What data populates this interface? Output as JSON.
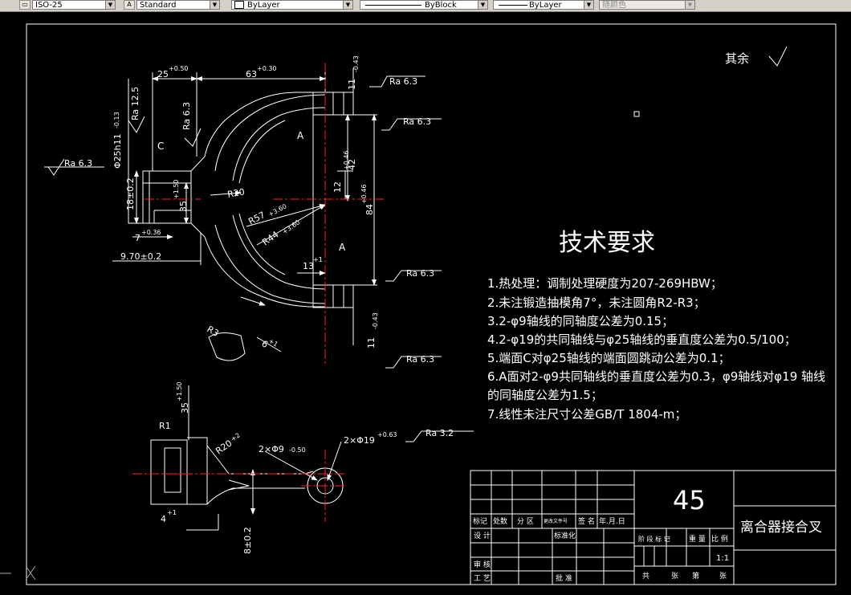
{
  "toolbar": {
    "dimstyle": "ISO-25",
    "textstyle": "Standard",
    "layer": "ByLayer",
    "linetype": "ByBlock",
    "lineweight": "ByLayer",
    "color": "随颜色"
  },
  "drawing": {
    "roughness_rest": "其余",
    "tech_title": "技术要求",
    "tech_items": [
      "1.热处理：调制处理硬度为207-269HBW；",
      "2.未注锻造抽模角7°，未注圆角R2-R3；",
      "3.2-φ9轴线的同轴度公差为0.15；",
      "4.2-φ19的共同轴线与φ25轴线的垂直度公差为0.5/100；",
      "5.端面C对φ25轴线的端面圆跳动公差为0.1；",
      "6.A面对2-φ9共同轴线的垂直度公差为0.3，φ9轴线对φ19 轴线",
      "的同轴度公差为1.5；",
      "7.线性未注尺寸公差GB/T 1804-m；"
    ],
    "ra": {
      "r63": "Ra 6.3",
      "r125": "Ra 12.5",
      "r32": "Ra 3.2"
    },
    "dims": {
      "d25": "25",
      "d25tol": "+0.50",
      "d63": "63",
      "d63tol": "+0.30",
      "d11": "11",
      "d11tol": "-0.43",
      "d42": "42",
      "d42tol": "+0.46",
      "d84": "84",
      "d84tol": "+0.46",
      "d12": "12",
      "d25h": "Φ25h11",
      "d25htol": "-0.13",
      "d18": "18±0.2",
      "d35": "35",
      "d35tol": "+1.50",
      "d7": "7",
      "d7tol": "+0.36",
      "d970": "9.70±0.2",
      "r20": "R20",
      "r57": "R57",
      "r57tol": "+3.60",
      "r44": "R44",
      "r44tol": "+3.60",
      "d13": "13",
      "d13tol": "+1",
      "r3": "R3",
      "d6": "6",
      "d6tol": "+1",
      "r1": "R1",
      "r20b": "R20",
      "r20btol": "+2",
      "d2x9": "2×Φ9",
      "d2x9tol": "-0.50",
      "d2x19": "2×Φ19",
      "d2x19tol": "+0.63",
      "d4": "4",
      "d4tol": "+1",
      "d8": "8±0.2",
      "label_a": "A",
      "label_c": "C"
    },
    "titleblock": {
      "material": "45",
      "name": "离合器接合叉",
      "scale": "1:1",
      "row_labels": [
        "标记",
        "处数",
        "分 区",
        "更改文件号",
        "签 名",
        "年.月.日"
      ],
      "design": "设 计",
      "standard": "标准化",
      "stage": "阶 段 标 记",
      "weight": "重 量",
      "ratio": "比 例",
      "review": "审 核",
      "process": "工 艺",
      "approve": "批 准",
      "total": "共",
      "sheets": "张",
      "sheet_no": "第",
      "sheet_unit": "张"
    }
  },
  "colors": {
    "line": "#ffffff",
    "center": "#ff2020",
    "bg": "#000000"
  }
}
